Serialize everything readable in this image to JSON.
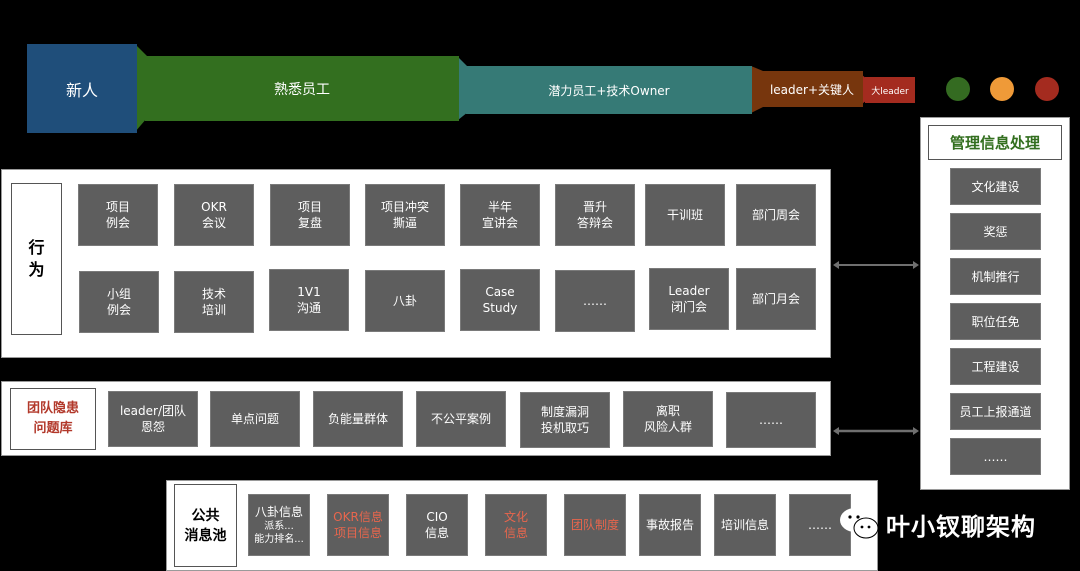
{
  "stages": [
    {
      "label": "新人",
      "color": "#1f4e7a"
    },
    {
      "label": "熟悉员工",
      "color": "#336f1f"
    },
    {
      "label": "潜力员工+技术Owner",
      "color": "#367a76"
    },
    {
      "label": "leader+关键人",
      "color": "#77360d"
    },
    {
      "label": "大leader",
      "color": "#a42b1f"
    }
  ],
  "status_dots": [
    {
      "name": "green",
      "color": "#346b21"
    },
    {
      "name": "orange",
      "color": "#ef9a38"
    },
    {
      "name": "red",
      "color": "#a42b1f"
    }
  ],
  "behavior": {
    "title": "行为",
    "row1": [
      {
        "l1": "项目",
        "l2": "例会"
      },
      {
        "l1": "OKR",
        "l2": "会议"
      },
      {
        "l1": "项目",
        "l2": "复盘"
      },
      {
        "l1": "项目冲突",
        "l2": "撕逼"
      },
      {
        "l1": "半年",
        "l2": "宣讲会"
      },
      {
        "l1": "晋升",
        "l2": "答辩会"
      },
      {
        "l1": "干训班",
        "l2": ""
      },
      {
        "l1": "部门周会",
        "l2": ""
      }
    ],
    "row2": [
      {
        "l1": "小组",
        "l2": "例会"
      },
      {
        "l1": "技术",
        "l2": "培训"
      },
      {
        "l1": "1V1",
        "l2": "沟通"
      },
      {
        "l1": "八卦",
        "l2": ""
      },
      {
        "l1": "Case",
        "l2": "Study"
      },
      {
        "l1": "……",
        "l2": ""
      },
      {
        "l1": "Leader",
        "l2": "闭门会"
      },
      {
        "l1": "部门月会",
        "l2": ""
      }
    ]
  },
  "risks": {
    "title_l1": "团队隐患",
    "title_l2": "问题库",
    "title_color": "#b2382a",
    "items": [
      {
        "l1": "leader/团队",
        "l2": "恩怨"
      },
      {
        "l1": "单点问题",
        "l2": ""
      },
      {
        "l1": "负能量群体",
        "l2": ""
      },
      {
        "l1": "不公平案例",
        "l2": ""
      },
      {
        "l1": "制度漏洞",
        "l2": "投机取巧"
      },
      {
        "l1": "离职",
        "l2": "风险人群"
      },
      {
        "l1": "……",
        "l2": ""
      }
    ]
  },
  "management": {
    "title": "管理信息处理",
    "title_color": "#336f1f",
    "items": [
      "文化建设",
      "奖惩",
      "机制推行",
      "职位任免",
      "工程建设",
      "员工上报通道",
      "……"
    ]
  },
  "public_pool": {
    "title_l1": "公共",
    "title_l2": "消息池",
    "highlight_color": "#e8664d",
    "items": [
      {
        "l1": "八卦信息",
        "l2": "派系...",
        "l3": "能力排名...",
        "highlight": false
      },
      {
        "l1": "OKR信息",
        "l2": "项目信息",
        "l3": "",
        "highlight": true
      },
      {
        "l1": "CIO",
        "l2": "信息",
        "l3": "",
        "highlight": false
      },
      {
        "l1": "文化",
        "l2": "信息",
        "l3": "",
        "highlight": true
      },
      {
        "l1": "团队制度",
        "l2": "",
        "l3": "",
        "highlight": true
      },
      {
        "l1": "事故报告",
        "l2": "",
        "l3": "",
        "highlight": false
      },
      {
        "l1": "培训信息",
        "l2": "",
        "l3": "",
        "highlight": false
      },
      {
        "l1": "……",
        "l2": "",
        "l3": "",
        "highlight": false
      }
    ]
  },
  "watermark": {
    "text": "叶小钗聊架构"
  }
}
